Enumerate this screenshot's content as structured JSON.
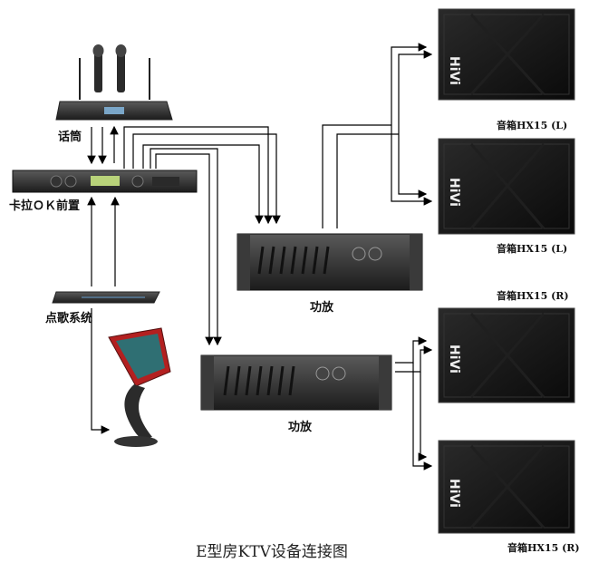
{
  "title": "E型房KTV设备连接图",
  "labels": {
    "microphone": "话筒",
    "karaoke_preamp": "卡拉ＯＫ前置",
    "song_system": "点歌系统",
    "amp_top": "功放",
    "amp_bottom": "功放"
  },
  "speakers": [
    {
      "brand": "HiVi",
      "label": "音箱HX15 (L)"
    },
    {
      "brand": "HiVi",
      "label": "音箱HX15 (L)"
    },
    {
      "brand": "HiVi",
      "label": "音箱HX15 (R)"
    },
    {
      "brand": "HiVi",
      "label": "音箱HX15 (R)"
    }
  ],
  "colors": {
    "wire": "#000000",
    "device": "#1a1a1a",
    "screen_frame": "#b32020"
  }
}
